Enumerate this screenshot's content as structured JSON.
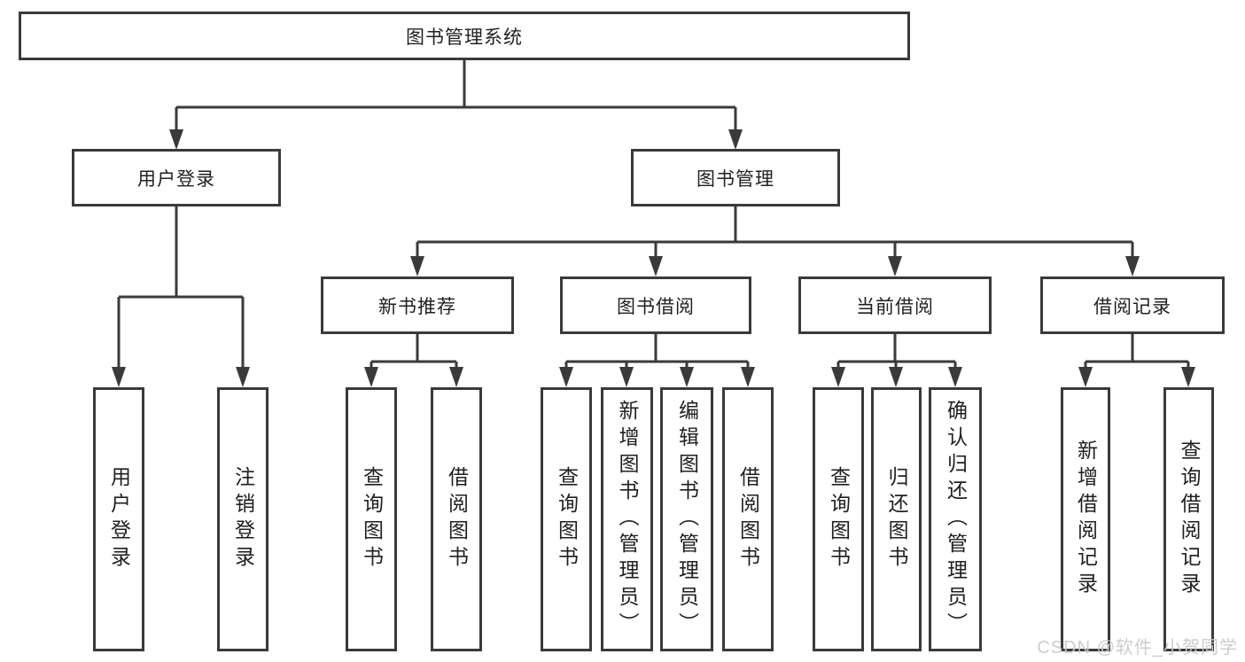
{
  "diagram": {
    "nodes": {
      "root": "图书管理系统",
      "user_login": "用户登录",
      "book_mgmt": "图书管理",
      "new_books": "新书推荐",
      "book_borrow": "图书借阅",
      "current_borrow": "当前借阅",
      "borrow_records": "借阅记录",
      "leaf_user_login": "用户登录",
      "leaf_logout": "注销登录",
      "leaf_nb_query_books": "查询图书",
      "leaf_nb_borrow_books": "借阅图书",
      "leaf_bb_query_books": "查询图书",
      "leaf_bb_add_books": "新增图书（管理员）",
      "leaf_bb_edit_books": "编辑图书（管理员）",
      "leaf_bb_borrow_books": "借阅图书",
      "leaf_cb_query_books": "查询图书",
      "leaf_cb_return_books": "归还图书",
      "leaf_cb_confirm_return": "确认归还（管理员）",
      "leaf_br_add_record": "新增借阅记录",
      "leaf_br_query_record": "查询借阅记录"
    },
    "watermark": "CSDN @软件_小贺同学",
    "colors": {
      "line": "#3a3a3a",
      "text": "#1f1f1f",
      "watermark": "#c9c9c9",
      "background": "#ffffff"
    }
  }
}
